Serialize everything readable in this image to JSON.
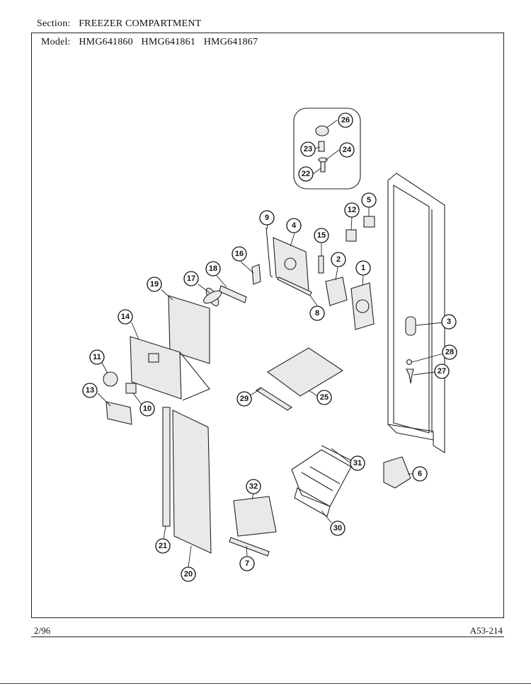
{
  "header": {
    "section_label": "Section:",
    "section_value": "FREEZER COMPARTMENT",
    "model_label": "Model:",
    "models": [
      "HMG641860",
      "HMG641861",
      "HMG641867"
    ]
  },
  "footer": {
    "date": "2/96",
    "code": "A53-214"
  },
  "callouts": [
    "1",
    "2",
    "3",
    "4",
    "5",
    "6",
    "7",
    "8",
    "9",
    "10",
    "11",
    "12",
    "13",
    "14",
    "15",
    "16",
    "17",
    "18",
    "19",
    "20",
    "21",
    "22",
    "23",
    "24",
    "25",
    "26",
    "27",
    "28",
    "29",
    "30",
    "31",
    "32"
  ]
}
